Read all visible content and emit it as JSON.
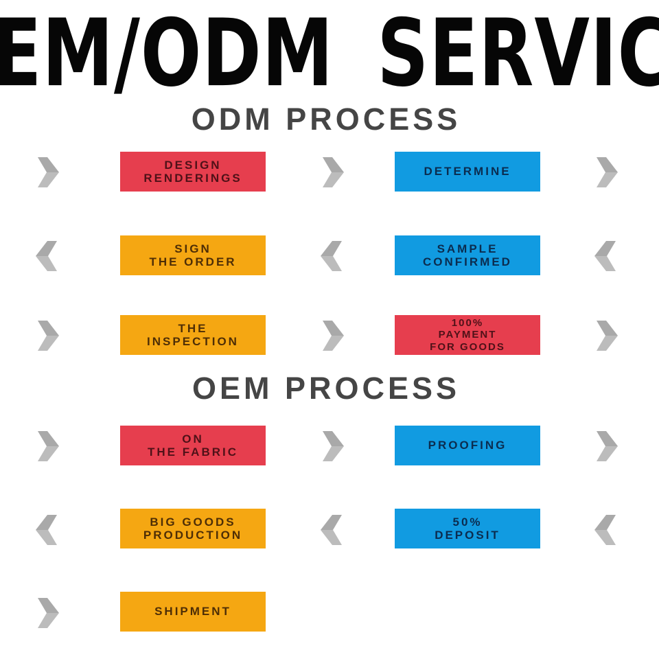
{
  "title": "OEM/ODM SERVICE",
  "colors": {
    "red": "#e63e4e",
    "orange": "#f5a712",
    "blue": "#119be1",
    "arrow": "#a9a9a9",
    "heading": "#454545",
    "title": "#060606"
  },
  "odm": {
    "heading": "ODM PROCESS",
    "rows": [
      {
        "direction": "right",
        "cells": [
          {
            "text": "DESIGN\nRENDERINGS",
            "bg": "#e63e4e",
            "fg": "#4f1118"
          },
          {
            "text": "DETERMINE",
            "bg": "#119be1",
            "fg": "#0b2c4f"
          }
        ]
      },
      {
        "direction": "left",
        "cells": [
          {
            "text": "SIGN\nTHE ORDER",
            "bg": "#f5a712",
            "fg": "#4e2e06"
          },
          {
            "text": "SAMPLE\nCONFIRMED",
            "bg": "#119be1",
            "fg": "#0b2c4f"
          }
        ]
      },
      {
        "direction": "right",
        "cells": [
          {
            "text": "THE\nINSPECTION",
            "bg": "#f5a712",
            "fg": "#4e2e06"
          },
          {
            "text": "100%\nPAYMENT\nFOR GOODS",
            "bg": "#e63e4e",
            "fg": "#4f1118"
          }
        ]
      }
    ]
  },
  "oem": {
    "heading": "OEM PROCESS",
    "rows": [
      {
        "direction": "right",
        "cells": [
          {
            "text": "ON\nTHE FABRIC",
            "bg": "#e63e4e",
            "fg": "#4f1118"
          },
          {
            "text": "PROOFING",
            "bg": "#119be1",
            "fg": "#0b2c4f"
          }
        ]
      },
      {
        "direction": "left",
        "cells": [
          {
            "text": "BIG GOODS\nPRODUCTION",
            "bg": "#f5a712",
            "fg": "#4e2e06"
          },
          {
            "text": "50%\nDEPOSIT",
            "bg": "#119be1",
            "fg": "#0b2c4f"
          }
        ]
      },
      {
        "direction": "right",
        "cells": [
          {
            "text": "SHIPMENT",
            "bg": "#f5a712",
            "fg": "#4e2e06"
          }
        ]
      }
    ]
  }
}
